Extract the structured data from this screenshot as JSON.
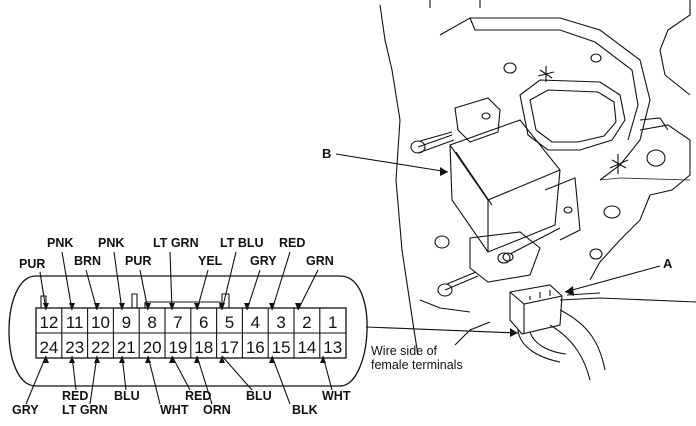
{
  "connector": {
    "top_row": [
      "12",
      "11",
      "10",
      "9",
      "8",
      "7",
      "6",
      "5",
      "4",
      "3",
      "2",
      "1"
    ],
    "bottom_row": [
      "24",
      "23",
      "22",
      "21",
      "20",
      "19",
      "18",
      "17",
      "16",
      "15",
      "14",
      "13"
    ]
  },
  "wires_top": [
    {
      "color": "PUR"
    },
    {
      "color": "PNK"
    },
    {
      "color": "BRN"
    },
    {
      "color": "PNK"
    },
    {
      "color": "PUR"
    },
    {
      "color": "LT GRN"
    },
    {
      "color": "YEL"
    },
    {
      "color": "LT BLU"
    },
    {
      "color": "GRY"
    },
    {
      "color": "RED"
    },
    {
      "color": "GRN"
    }
  ],
  "wires_bottom": [
    {
      "color": "GRY"
    },
    {
      "color": "RED"
    },
    {
      "color": "LT GRN"
    },
    {
      "color": "BLU"
    },
    {
      "color": "WHT"
    },
    {
      "color": "RED"
    },
    {
      "color": "ORN"
    },
    {
      "color": "BLU"
    },
    {
      "color": "BLK"
    },
    {
      "color": "WHT"
    }
  ],
  "caption_line1": "Wire side of",
  "caption_line2": "female terminals",
  "callout_a": "A",
  "callout_b": "B"
}
